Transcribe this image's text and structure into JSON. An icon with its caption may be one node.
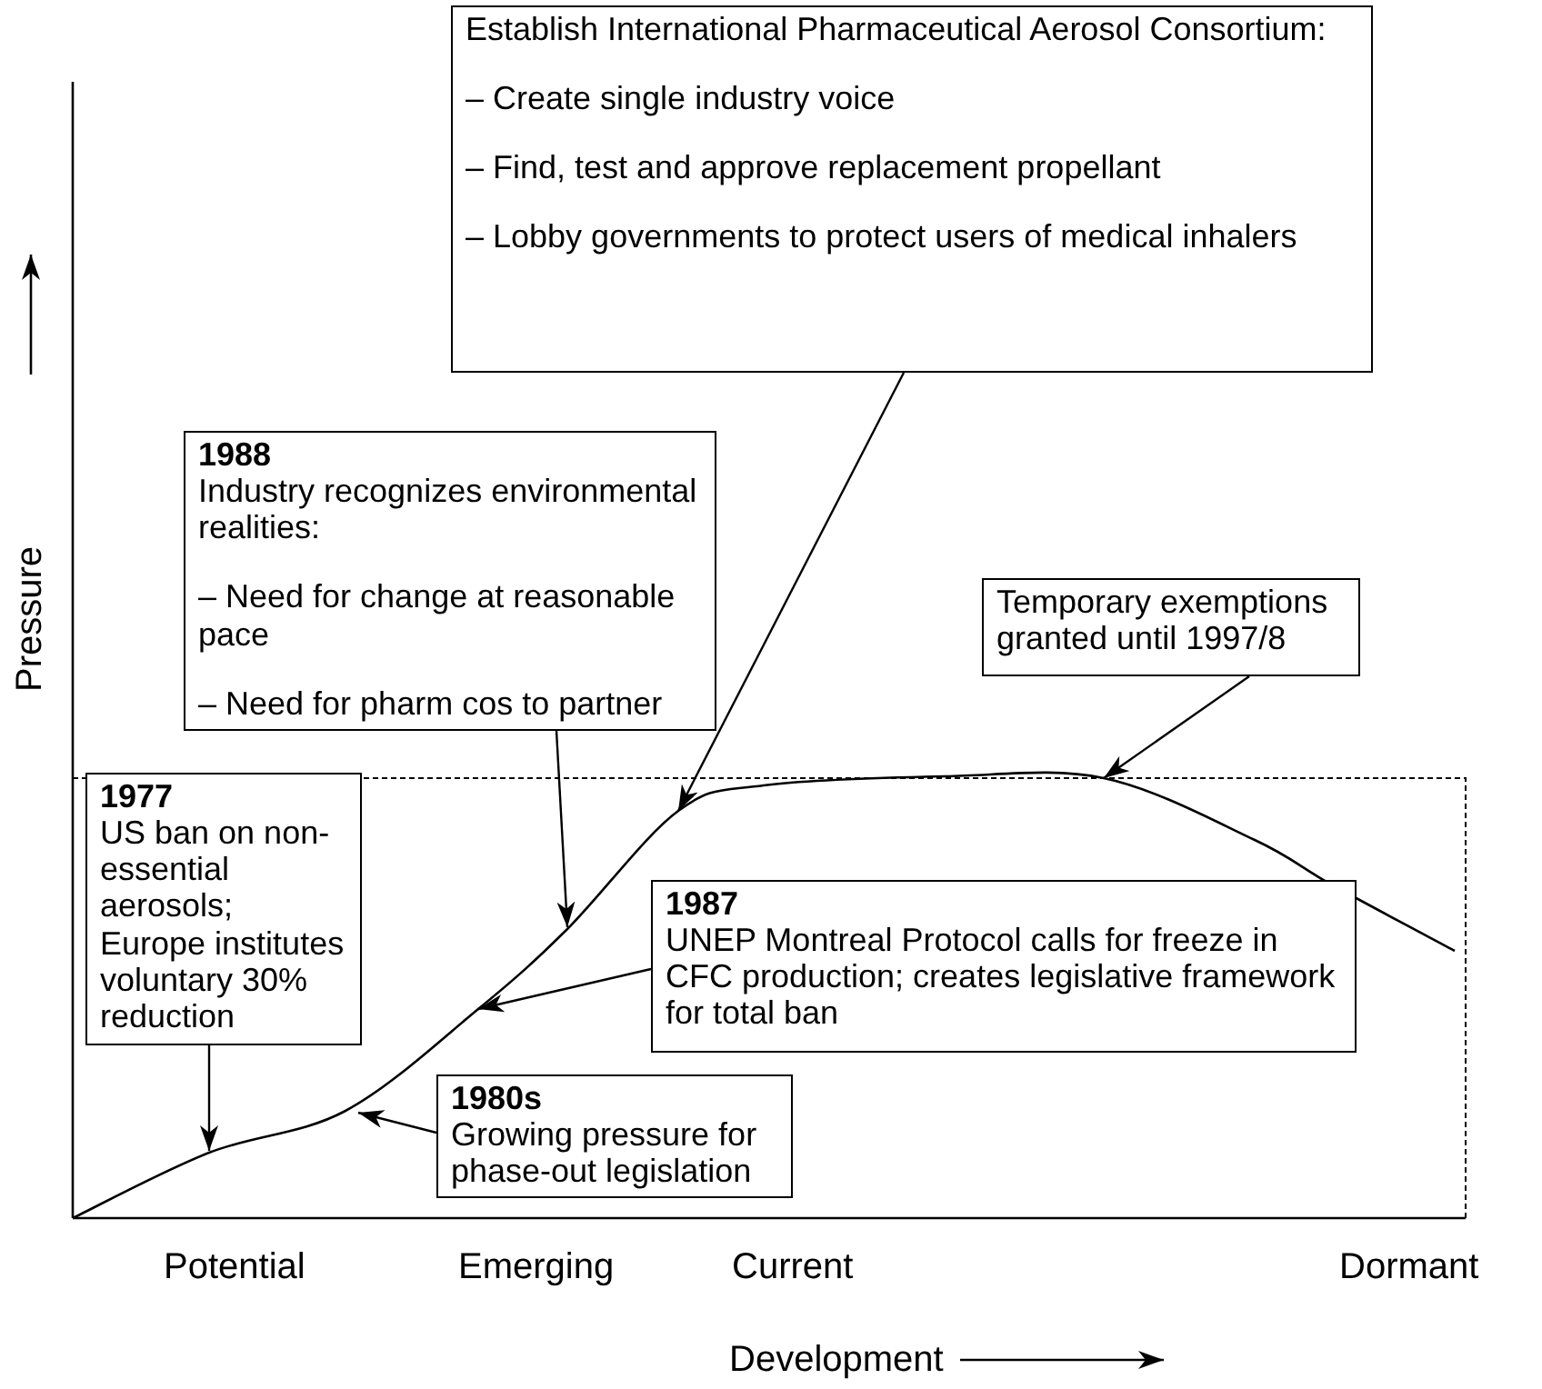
{
  "diagram": {
    "nodes": [
      {
        "text": [
          "Establish International Pharmaceutical Aerosol Consortium:",
          "– Create single industry voice",
          "– Find, test and approve replacement propellant",
          "– Lobby governments to protect users of medical inhalers"
        ]
      },
      {
        "text": [
          "1988",
          "Industry recognizes environmental realities:",
          "– Need for change at reasonable pace",
          "– Need for pharm cos to partner"
        ]
      },
      {
        "text": [
          "Temporary exemptions granted until 1997/8"
        ]
      },
      {
        "text": [
          "1977",
          "US ban on non-essential aerosols; Europe institutes voluntary 30% reduction"
        ]
      },
      {
        "text": [
          "1987",
          "UNEP Montreal Protocol calls for freeze in CFC production; creates legislative framework for total ban"
        ]
      },
      {
        "text": [
          "1980s",
          "Growing pressure for phase-out legislation"
        ]
      }
    ],
    "edges": [
      {
        "from": 0,
        "to": null,
        "arrow": "to"
      },
      {
        "from": 1,
        "to": null,
        "arrow": "to"
      },
      {
        "from": 2,
        "to": null,
        "arrow": "to"
      },
      {
        "from": 3,
        "to": null,
        "arrow": "to"
      },
      {
        "from": 4,
        "to": null,
        "arrow": "to"
      },
      {
        "from": 5,
        "to": null,
        "arrow": "to"
      }
    ],
    "labels": [
      "Pressure",
      "Potential",
      "Emerging",
      "Current",
      "Dormant",
      "Development"
    ]
  }
}
